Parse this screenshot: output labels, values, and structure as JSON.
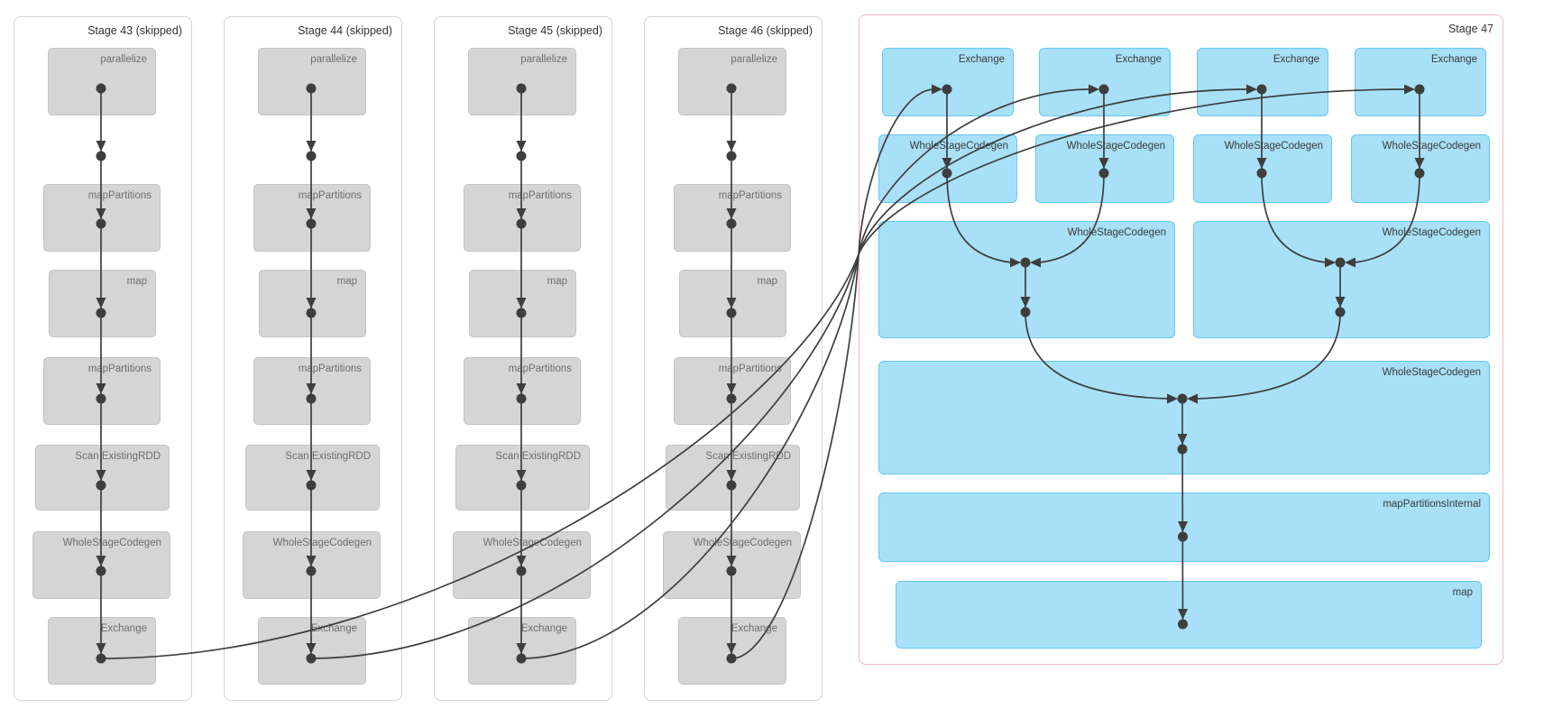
{
  "stages": [
    {
      "title": "Stage 43 (skipped)",
      "operations": [
        "parallelize",
        "mapPartitions",
        "map",
        "mapPartitions",
        "Scan ExistingRDD",
        "WholeStageCodegen",
        "Exchange"
      ]
    },
    {
      "title": "Stage 44 (skipped)",
      "operations": [
        "parallelize",
        "mapPartitions",
        "map",
        "mapPartitions",
        "Scan ExistingRDD",
        "WholeStageCodegen",
        "Exchange"
      ]
    },
    {
      "title": "Stage 45 (skipped)",
      "operations": [
        "parallelize",
        "mapPartitions",
        "map",
        "mapPartitions",
        "Scan ExistingRDD",
        "WholeStageCodegen",
        "Exchange"
      ]
    },
    {
      "title": "Stage 46 (skipped)",
      "operations": [
        "parallelize",
        "mapPartitions",
        "map",
        "mapPartitions",
        "Scan ExistingRDD",
        "WholeStageCodegen",
        "Exchange"
      ]
    }
  ],
  "stage47": {
    "title": "Stage 47",
    "exchanges": [
      "Exchange",
      "Exchange",
      "Exchange",
      "Exchange"
    ],
    "codegens": [
      "WholeStageCodegen",
      "WholeStageCodegen",
      "WholeStageCodegen",
      "WholeStageCodegen"
    ],
    "merge_codegens": [
      "WholeStageCodegen",
      "WholeStageCodegen"
    ],
    "final_codegen": "WholeStageCodegen",
    "map_partitions_internal": "mapPartitionsInternal",
    "map": "map"
  },
  "colors": {
    "skipped_fill": "#d5d5d5",
    "skipped_border": "#c3c3c3",
    "active_fill": "#a8e0f7",
    "active_border": "#64c7f0",
    "stage_border": "#d4d4d4",
    "current_stage_border": "#f2b4c4",
    "edge": "#3e3e3e",
    "skipped_label": "#6e6e6e",
    "title": "#333333"
  }
}
